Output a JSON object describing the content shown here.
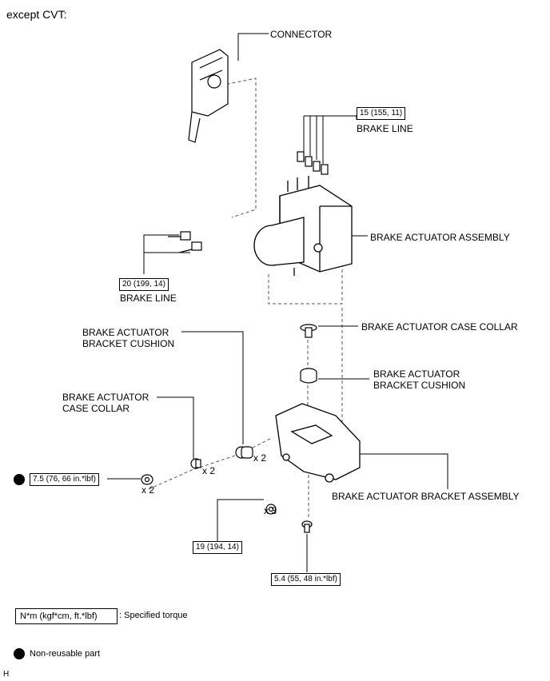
{
  "header": {
    "title": "except CVT:"
  },
  "labels": {
    "connector": "CONNECTOR",
    "brake_line_top": "BRAKE LINE",
    "brake_line_left": "BRAKE LINE",
    "actuator_assembly": "BRAKE ACTUATOR ASSEMBLY",
    "case_collar_right": "BRAKE ACTUATOR CASE COLLAR",
    "bracket_cushion_right_1": "BRAKE ACTUATOR",
    "bracket_cushion_right_2": "BRACKET CUSHION",
    "bracket_cushion_left_1": "BRAKE ACTUATOR",
    "bracket_cushion_left_2": "BRACKET CUSHION",
    "case_collar_left_1": "BRAKE ACTUATOR",
    "case_collar_left_2": "CASE COLLAR",
    "bracket_assembly": "BRAKE ACTUATOR BRACKET ASSEMBLY"
  },
  "torques": {
    "brake_line_top": "15 (155, 11)",
    "brake_line_left": "20 (199, 14)",
    "nut_left": "7.5 (76, 66 in.*lbf)",
    "nut_bottom": "19 (194, 14)",
    "bolt_bottom": "5.4 (55, 48 in.*lbf)"
  },
  "quantities": {
    "nut_left": "x 2",
    "collar_left": "x 2",
    "cushion_left": "x 2",
    "nut_bottom": "x 3"
  },
  "legend": {
    "torque_box": "N*m (kgf*cm, ft.*lbf)",
    "torque_desc": ": Specified torque",
    "nonreusable": "Non-reusable part",
    "nonreusable_icon": "filled-circle"
  },
  "footer": {
    "code": "H"
  }
}
